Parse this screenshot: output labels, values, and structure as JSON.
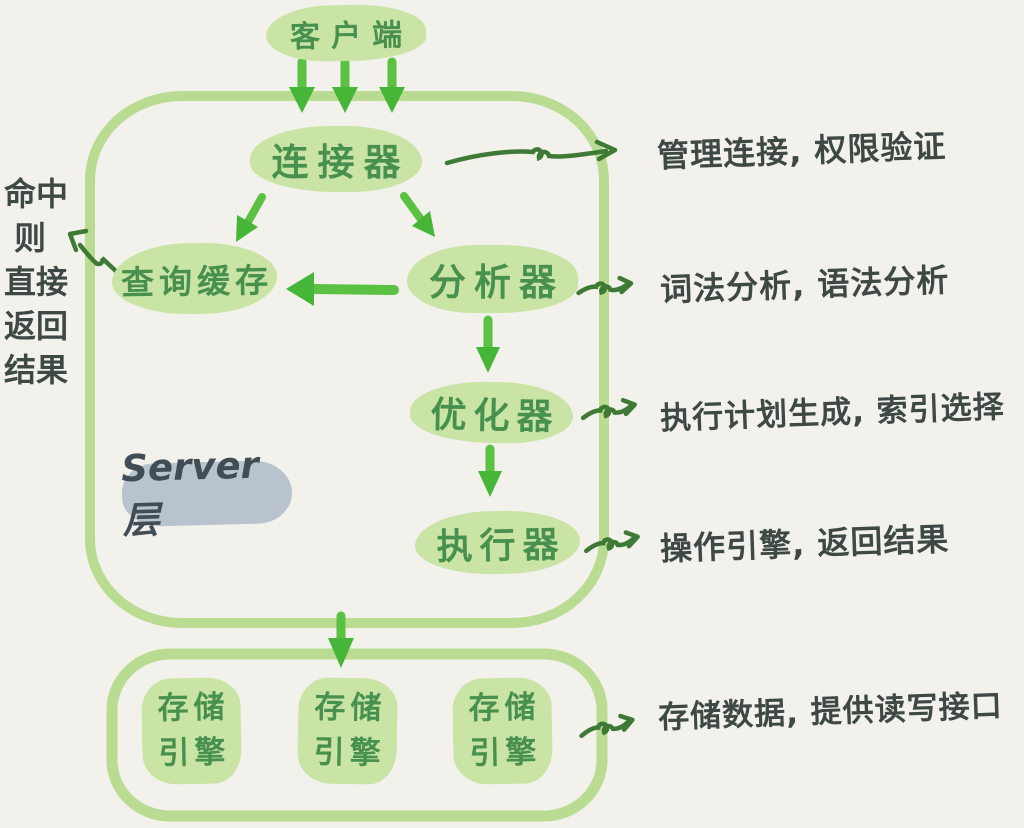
{
  "diagram": {
    "nodes": {
      "client": "客户端",
      "connector": "连接器",
      "query_cache": "查询缓存",
      "analyzer": "分析器",
      "optimizer": "优化器",
      "executor": "执行器"
    },
    "server_layer_label": "Server层",
    "storage": {
      "engines": [
        {
          "line1": "存储",
          "line2": "引擎"
        },
        {
          "line1": "存储",
          "line2": "引擎"
        },
        {
          "line1": "存储",
          "line2": "引擎"
        }
      ]
    },
    "annotations": [
      {
        "id": "connector",
        "text": "管理连接, 权限验证"
      },
      {
        "id": "analyzer",
        "text": "词法分析, 语法分析"
      },
      {
        "id": "optimizer",
        "text": "执行计划生成, 索引选择"
      },
      {
        "id": "executor",
        "text": "操作引擎, 返回结果"
      },
      {
        "id": "storage",
        "text": "存储数据, 提供读写接口"
      }
    ],
    "cache_hit_note": {
      "lines": [
        "命中",
        "则",
        "直接",
        "返回",
        "结果"
      ]
    },
    "colors": {
      "background": "#f3f1eb",
      "box_outline_green": "#b9dc92",
      "node_fill_green": "#c9e4a5",
      "node_text_green": "#48904e",
      "arrow_bright_green": "#55bd3c",
      "arrow_dark_green": "#3e7a35",
      "annotation_text": "#3e4845",
      "server_pill_gray": "#b9c3ce"
    }
  }
}
